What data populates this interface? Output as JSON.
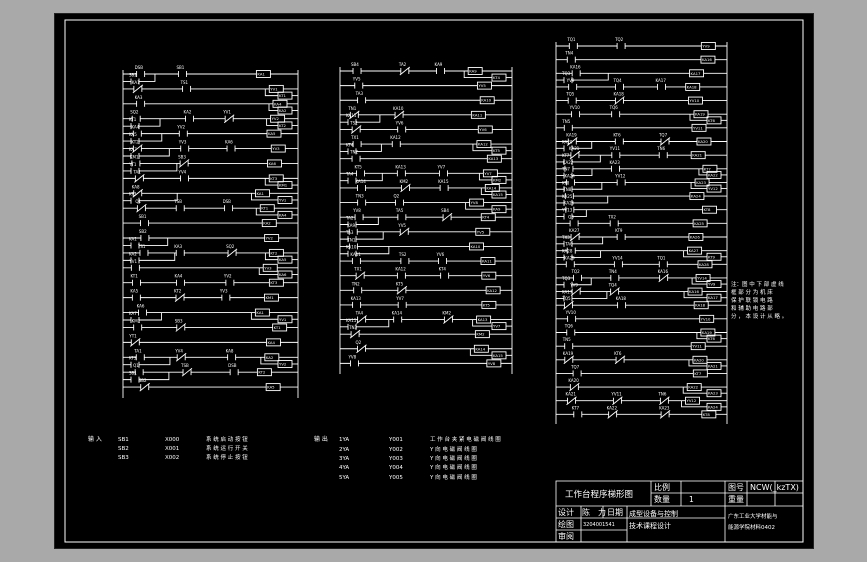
{
  "colors": {
    "background": "#000000",
    "lines": "#ffffff",
    "frame": "#a9a9a9"
  },
  "ladder1": {
    "labels": [
      "DSB",
      "SB1",
      "SB2",
      "KA1",
      "TS1",
      "KA3",
      "SQ2",
      "KA2",
      "YV1",
      "KT1",
      "KA4",
      "YV2",
      "KA5",
      "KT2",
      "YV3",
      "KA6",
      "KA7",
      "KM1",
      "SB3",
      "YT1",
      "TA1",
      "YV4",
      "KA8",
      "KT3",
      "Q1",
      "TSB"
    ],
    "coils": [
      "KA1",
      "YV1",
      "KT1",
      "KA4",
      "KA2",
      "YV2",
      "KT2",
      "KA5",
      "YV3",
      "KA6",
      "KT3",
      "KM1"
    ]
  },
  "ladder2": {
    "labels": [
      "SB4",
      "TA2",
      "KA9",
      "YV5",
      "TA3",
      "TN1",
      "KA10",
      "KA11",
      "TS2",
      "YV6",
      "TX1",
      "KA12",
      "KT4",
      "TN2",
      "KT5",
      "KA13",
      "YV7",
      "TA4",
      "KA14",
      "KM2",
      "KA15",
      "TN3",
      "Q2",
      "YV8",
      "TA5"
    ],
    "coils": [
      "KA9",
      "KT4",
      "YV5",
      "KA10",
      "KA11",
      "YV6",
      "KA12",
      "KT5",
      "KA13",
      "YV7",
      "KM2",
      "KA14",
      "KA15",
      "YV8"
    ]
  },
  "ladder3": {
    "labels": [
      "TQ1",
      "TQ2",
      "TN4",
      "KA16",
      "TQ3",
      "YV9",
      "TQ4",
      "KA17",
      "TQ5",
      "KA18",
      "YV10",
      "TQ6",
      "TN5",
      "KA19",
      "KT6",
      "TQ7",
      "KA20",
      "KA21",
      "YV11",
      "TN6",
      "KT7",
      "KA22",
      "KA23",
      "TN7",
      "KA24",
      "YV12",
      "KT8",
      "TN8",
      "KA25",
      "KA26",
      "YV13",
      "Q3",
      "TX2",
      "KA27",
      "KT9",
      "TX3",
      "TA6",
      "KA28",
      "KA29",
      "YV14"
    ],
    "coils": [
      "YV9",
      "KA16",
      "KA17",
      "KA18",
      "YV10",
      "KA19",
      "KT6",
      "YV11",
      "KA20",
      "KA21",
      "KT7",
      "KA22",
      "KA23",
      "YV12",
      "KA24",
      "KT8",
      "KA25",
      "KA26",
      "KA27",
      "KT9",
      "KA28",
      "YV14"
    ]
  },
  "note": {
    "lines": [
      "注：图 中 下 部 虚 线",
      "框 部 分 为 机 床",
      "保 护 联 锁 电 路",
      "和 辅 助 电 路 部",
      "分 ， 本 设 计 从 略 。"
    ]
  },
  "io_table": {
    "input_heading": "输 入",
    "inputs": [
      {
        "code": "SB1",
        "addr": "X000",
        "desc": "系 统 启 动 按 钮"
      },
      {
        "code": "SB2",
        "addr": "X001",
        "desc": "系 统 运 行 开 关"
      },
      {
        "code": "SB3",
        "addr": "X002",
        "desc": "系 统 停 止 按 钮"
      }
    ],
    "output_heading": "输 出",
    "outputs": [
      {
        "code": "1YA",
        "addr": "Y001",
        "desc": "工 作 台 夹 紧 电 磁 阀 线 圈"
      },
      {
        "code": "2YA",
        "addr": "Y002",
        "desc": "Y 向 电 磁 阀 线 圈"
      },
      {
        "code": "3YA",
        "addr": "Y003",
        "desc": "Y 向 电 磁 阀 线 圈"
      },
      {
        "code": "4YA",
        "addr": "Y004",
        "desc": "Y 向 电 磁 阀 线 圈"
      },
      {
        "code": "5YA",
        "addr": "Y005",
        "desc": "Y 向 电 磁 阀 线 圈"
      }
    ]
  },
  "title_block": {
    "drawing_title": "工作台程序梯形图",
    "scale_label": "比例",
    "qty_label": "数量",
    "qty_value": "1",
    "drawing_no_label": "图号",
    "drawing_no_value": "NCW(_kzTX)",
    "weight_label": "重量",
    "designer_label": "设计",
    "designer_name": "陈　力",
    "date_label": "日期",
    "drafter_label": "绘图",
    "drafter_id": "3204001541",
    "reviewer_label": "审阅",
    "course_line1": "成型设备与控制",
    "course_line2": "技术课程设计",
    "school_line1": "广东工业大学材能与",
    "school_line2": "能源学院材料0402"
  }
}
